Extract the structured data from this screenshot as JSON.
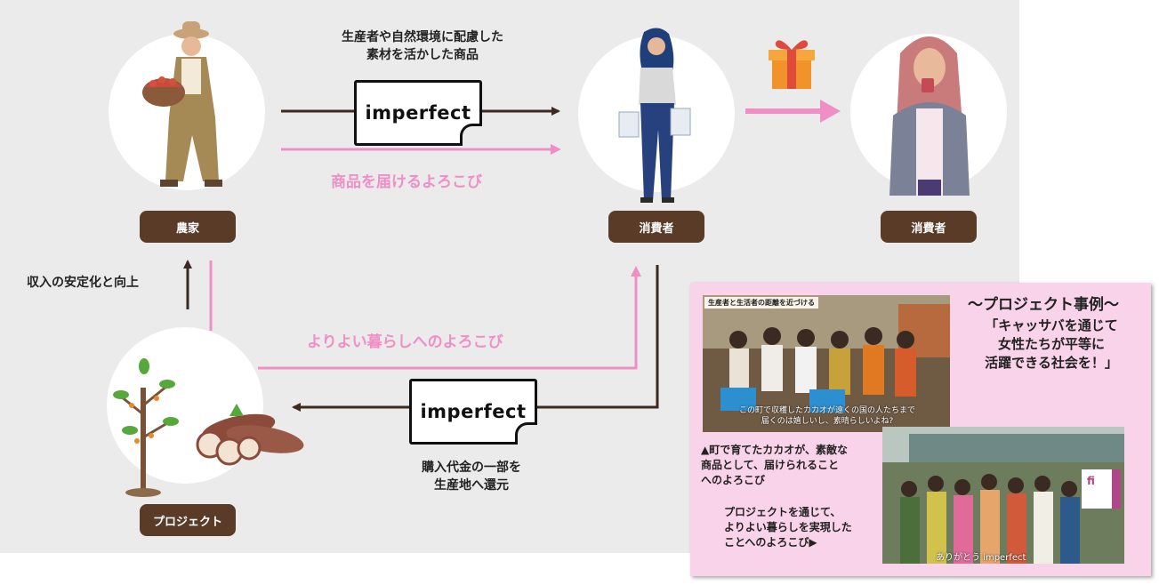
{
  "top_caption": [
    "生産者や自然環境に配慮した",
    "素材を活かした商品"
  ],
  "logo_text": "imperfect",
  "joy_delivering": "商品を届けるよろこび",
  "joy_better_life": "よりよい暮らしへのよろこび",
  "income_label": "収入の安定化と向上",
  "return_caption": [
    "購入代金の一部を",
    "生産地へ還元"
  ],
  "labels": {
    "farmer": "農家",
    "consumer1": "消費者",
    "consumer2": "消費者",
    "project": "プロジェクト"
  },
  "case_study": {
    "title": "～プロジェクト事例～",
    "quote": [
      "「キャッサバを通じて",
      "女性たちが平等に",
      "活躍できる社会を！」"
    ],
    "photo1_banner": "生産者と生活者の距離を近づける",
    "photo1_subtitle": [
      "この町で収穫したカカオが遠くの国の人たちまで",
      "届くのは嬉しいし、素晴らしいよね?"
    ],
    "caption1": [
      "▲町で育てたカカオが、素敵な",
      "商品として、届けられること",
      "へのよろこび"
    ],
    "caption2": [
      "プロジェクトを通じて、",
      "よりよい暮らしを実現した",
      "ことへのよろこび▶"
    ],
    "photo2_subtitle": "ありがとう imperfect",
    "photo2_sign": "fi"
  },
  "colors": {
    "background": "#ebebeb",
    "pill": "#5a3b28",
    "pink": "#f08fc5",
    "arrow_dark": "#3b2a20",
    "card": "#f8d3ea"
  }
}
